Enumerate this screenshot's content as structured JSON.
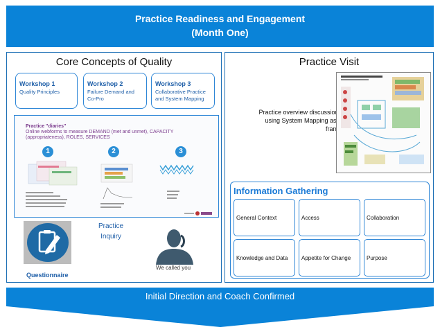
{
  "header": {
    "line1": "Practice Readiness and Engagement",
    "line2": "(Month One)"
  },
  "left": {
    "title": "Core Concepts of Quality",
    "workshops": [
      {
        "title": "Workshop 1",
        "subtitle": "Quality Principles"
      },
      {
        "title": "Workshop 2",
        "subtitle": "Failure Demand and Co-Pro"
      },
      {
        "title": "Workshop 3",
        "subtitle": "Collaborative Practice and System Mapping"
      }
    ],
    "diary": {
      "title": "Practice \"diaries\"",
      "subtitle": "Online webforms to measure DEMAND (met and unmet), CAPACITY (appropriateness), ROLES, SERVICES",
      "steps": [
        "1",
        "2",
        "3"
      ]
    },
    "questionnaire_label": "Questionnaire",
    "inquiry_line1": "Practice",
    "inquiry_line2": "Inquiry",
    "called_label": "We called you"
  },
  "right": {
    "title": "Practice Visit",
    "visit_text": "Practice overview discussions using System Mapping as a frame",
    "info": {
      "title": "Information Gathering",
      "cells": [
        "General Context",
        "Access",
        "Collaboration",
        "Knowledge and Data",
        "Appetite for Change",
        "Purpose"
      ]
    }
  },
  "footer": {
    "text": "Initial Direction and Coach Confirmed"
  },
  "colors": {
    "accent": "#0a83d8",
    "border": "#2e86d6",
    "workshop_text": "#1f5fa8"
  }
}
